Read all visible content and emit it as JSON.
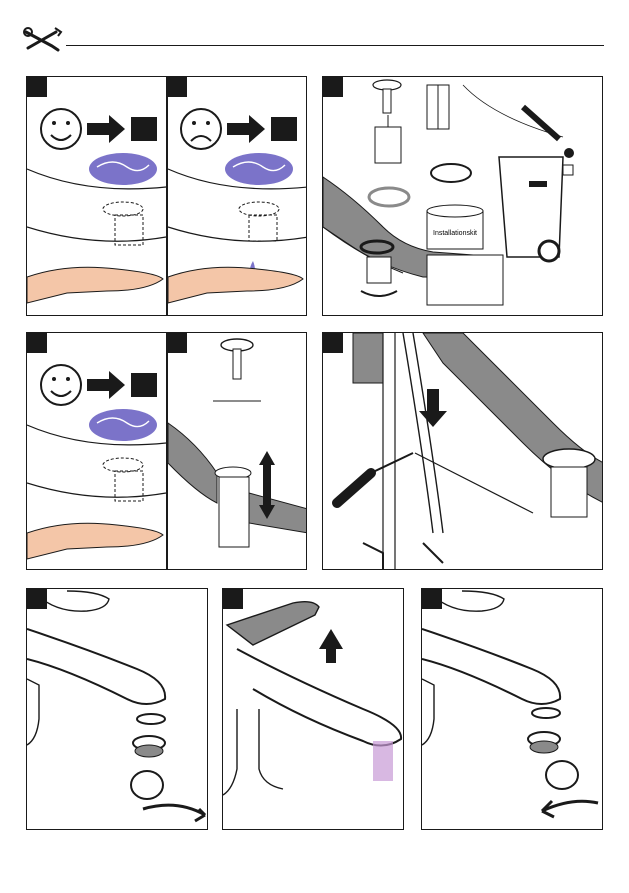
{
  "header": {
    "icon": "tools-icon"
  },
  "panels": [
    {
      "name": "panel-drain-check",
      "icons": [
        "happy-face-icon",
        "arrow-right-icon",
        "sad-face-icon"
      ]
    },
    {
      "name": "panel-drain-service",
      "kit_label": "Installationskit",
      "icons": [
        "drain-stopper-icon",
        "sealing-ring-icon",
        "trash-bin-icon"
      ]
    },
    {
      "name": "panel-drain-adjust",
      "icons": [
        "happy-face-icon",
        "arrow-right-icon",
        "adjust-arrow-icon"
      ]
    },
    {
      "name": "panel-pull-rod",
      "icons": [
        "screwdriver-icon",
        "arrow-down-icon"
      ]
    },
    {
      "name": "panel-aerator-remove",
      "icons": [
        "aerator-icon",
        "rotate-arrow-icon"
      ]
    },
    {
      "name": "panel-lever-up",
      "icons": [
        "arrow-up-icon"
      ]
    },
    {
      "name": "panel-aerator-insert",
      "icons": [
        "aerator-icon",
        "rotate-arrow-icon"
      ]
    }
  ],
  "colors": {
    "line": "#1a1a1a",
    "water": "#7b73c9",
    "hand": "#f4c6a8",
    "gray": "#8a8a8a",
    "flow": "#c79ad6"
  }
}
